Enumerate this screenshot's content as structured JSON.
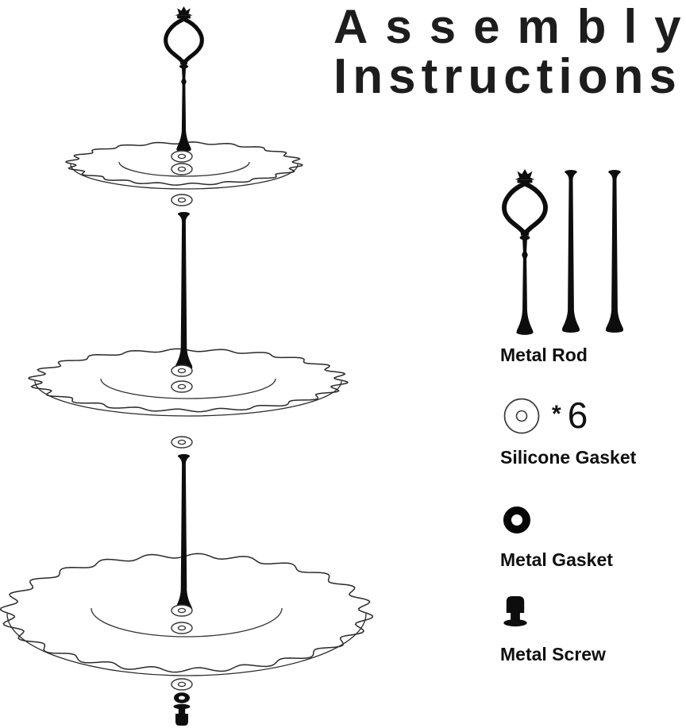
{
  "title": {
    "line1": "Assembly",
    "line2": "Instructions"
  },
  "parts_list": {
    "items": [
      {
        "id": "metal-rod",
        "label": "Metal Rod"
      },
      {
        "id": "silicone-gasket",
        "label": "Silicone Gasket",
        "multiplier": "*",
        "count": "6"
      },
      {
        "id": "metal-gasket",
        "label": "Metal Gasket"
      },
      {
        "id": "metal-screw",
        "label": "Metal Screw"
      }
    ]
  },
  "colors": {
    "ink": "#0d0d0d",
    "line": "#2a2a2a",
    "background": "#ffffff"
  }
}
